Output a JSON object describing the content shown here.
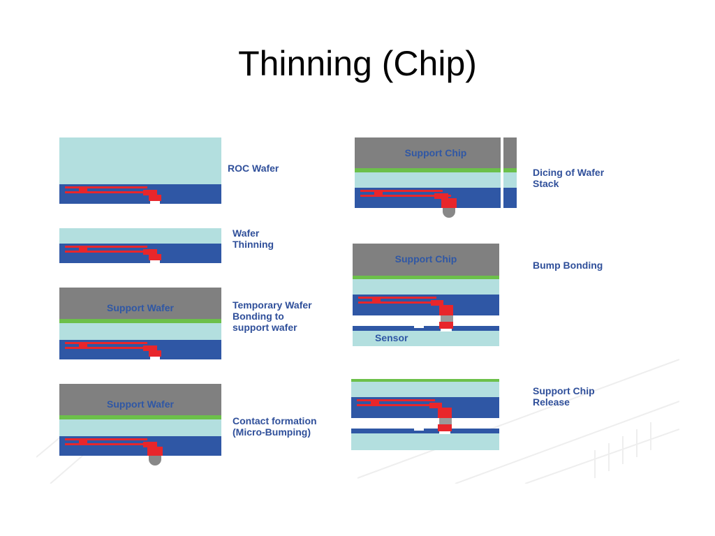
{
  "slide": {
    "title": "Thinning (Chip)"
  },
  "steps_left": [
    {
      "label": "ROC Wafer"
    },
    {
      "label": "Wafer\nThinning"
    },
    {
      "label": "Temporary Wafer\nBonding to\nsupport wafer",
      "support_text": "Support Wafer"
    },
    {
      "label": "Contact formation\n(Micro-Bumping)",
      "support_text": "Support Wafer"
    }
  ],
  "steps_right": [
    {
      "label": "Dicing of Wafer\nStack",
      "support_text": "Support Chip"
    },
    {
      "label": "Bump Bonding",
      "support_text": "Support Chip",
      "sensor_text": "Sensor"
    },
    {
      "label": "Support Chip\nRelease"
    }
  ],
  "colors": {
    "roc_light": "#b3dfdf",
    "roc_dark": "#2f57a5",
    "support": "#808080",
    "glue": "#6cc04a",
    "metal": "#e8262b",
    "label": "#2f4f9a"
  }
}
